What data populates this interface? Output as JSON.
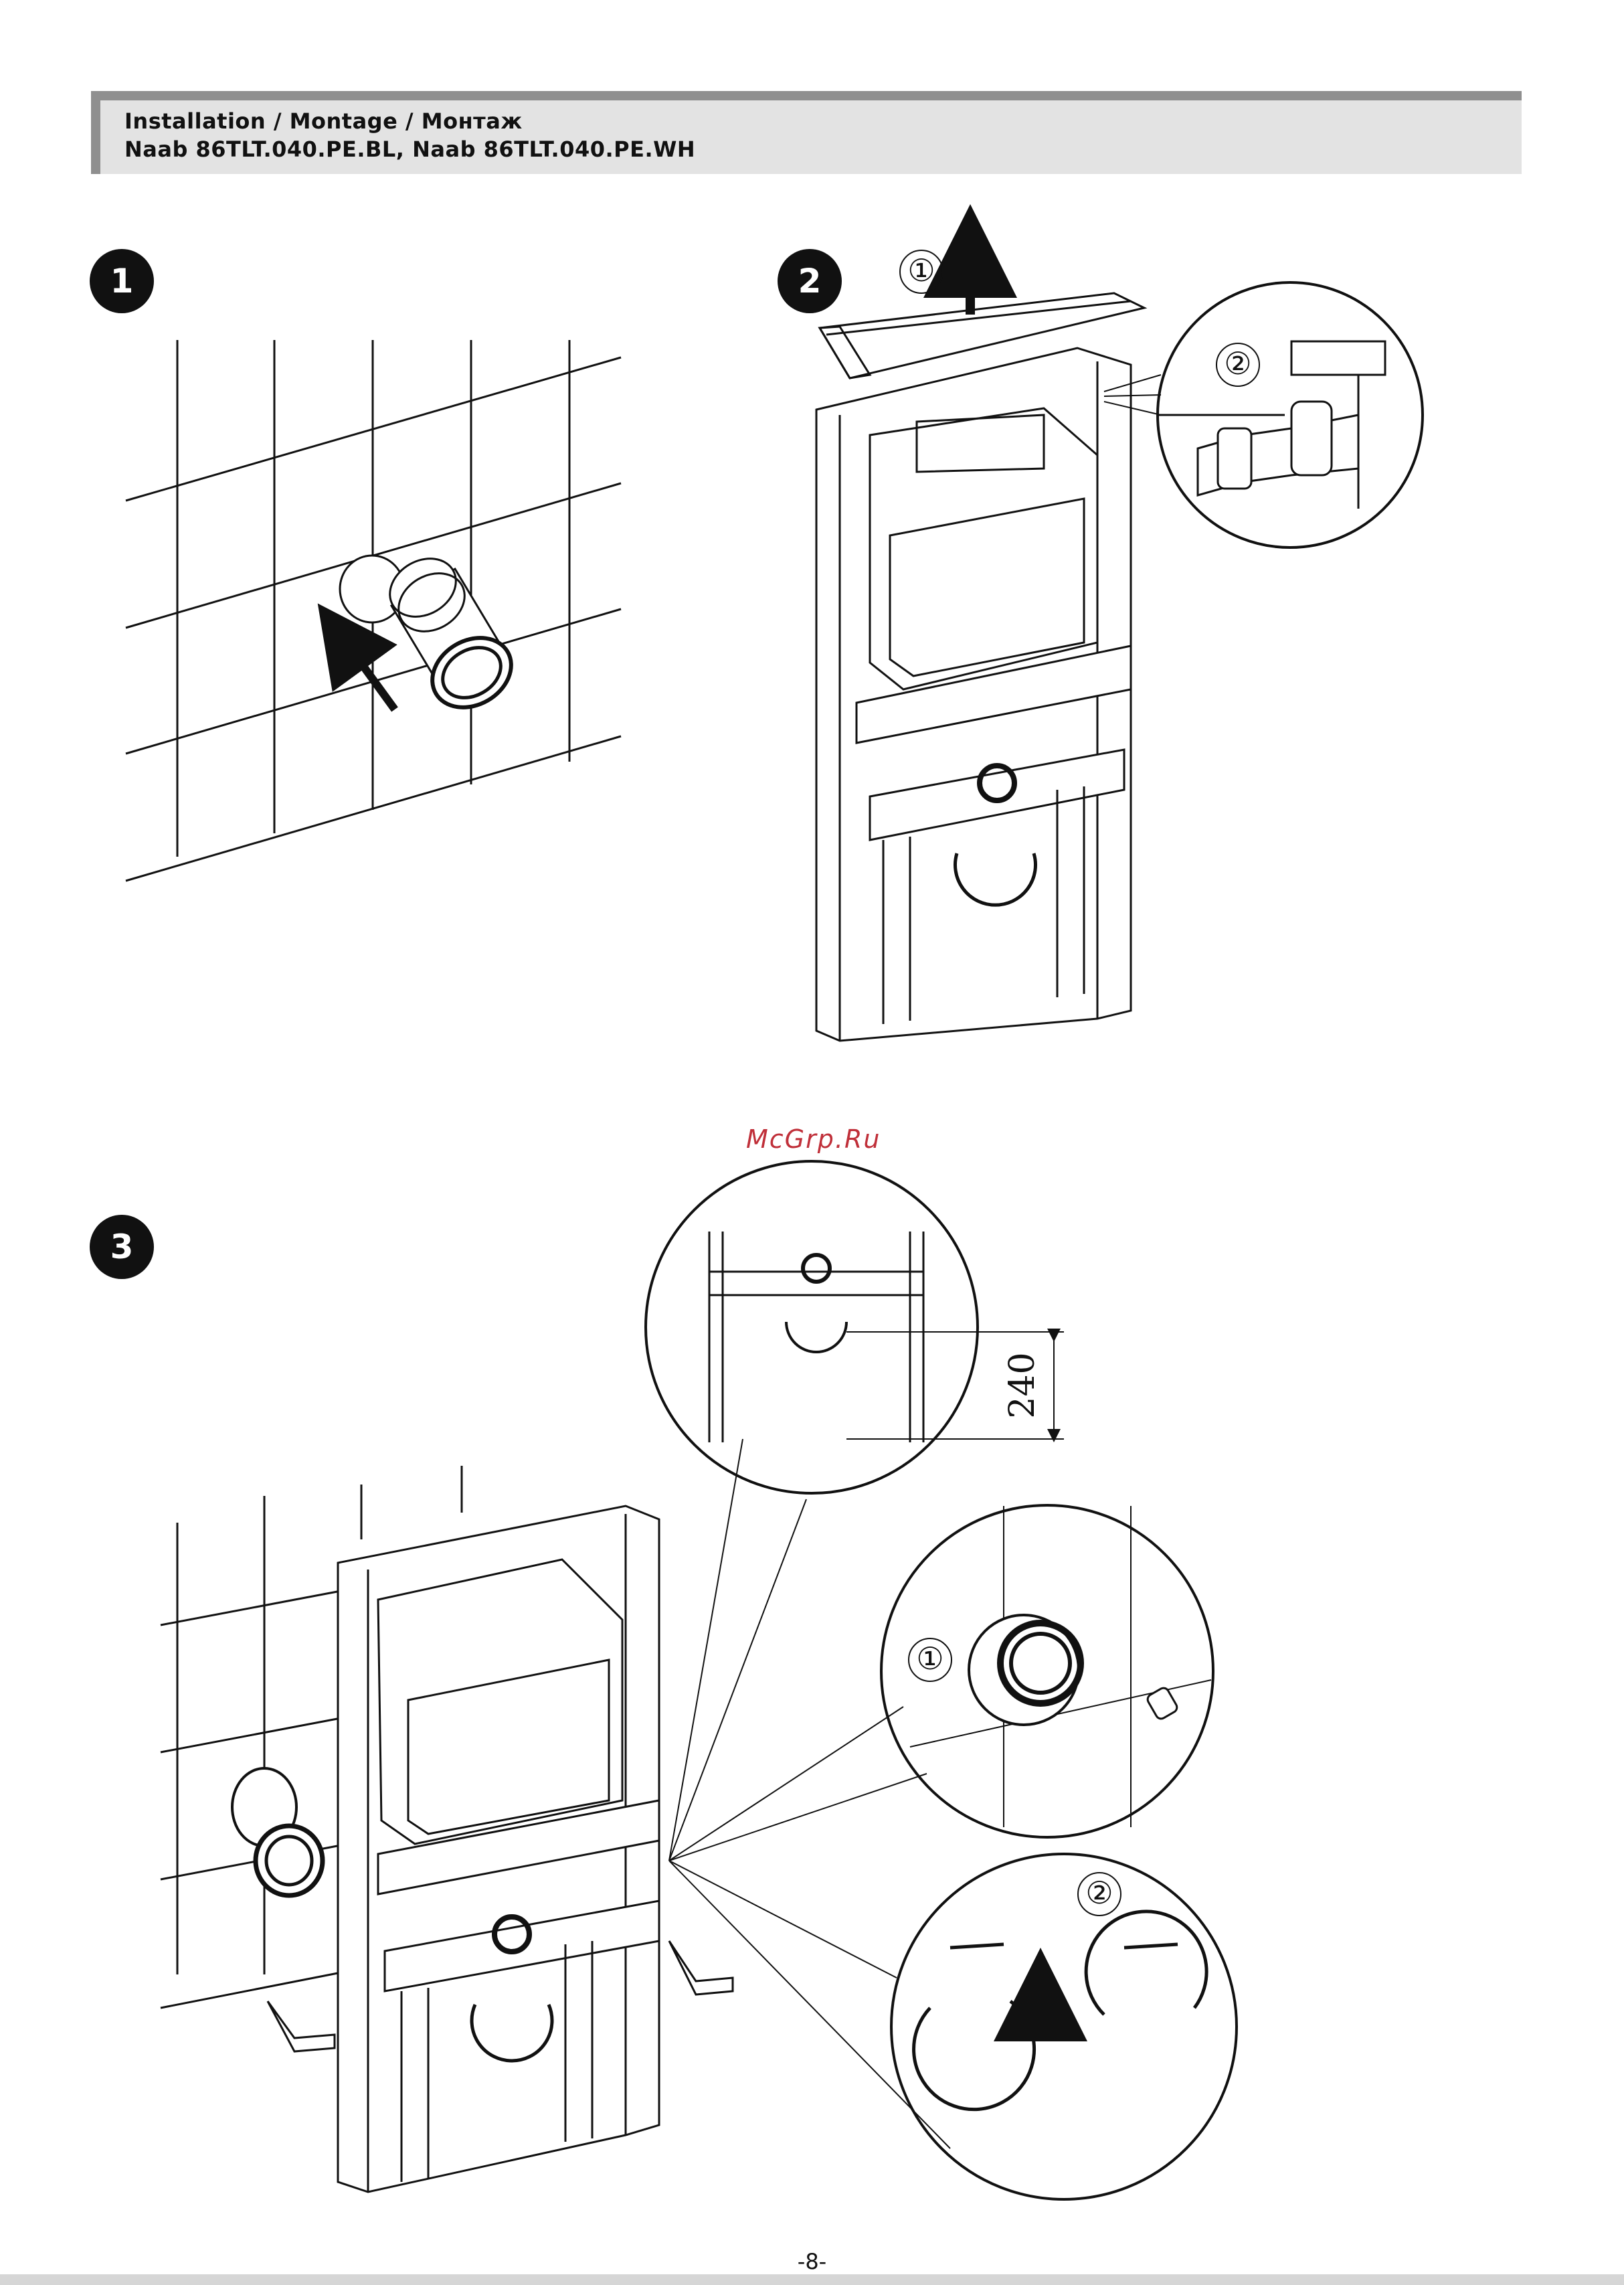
{
  "header": {
    "line1": "Installation / Montage / Монтаж",
    "line2": "Naab 86TLT.040.PE.BL, Naab 86TLT.040.PE.WH"
  },
  "steps": [
    {
      "number": "1"
    },
    {
      "number": "2",
      "callouts": [
        "①",
        "②"
      ]
    },
    {
      "number": "3",
      "callouts": [
        "①",
        "②"
      ],
      "dimension": "240"
    }
  ],
  "watermark": "McGrp.Ru",
  "page_number": "-8-",
  "colors": {
    "ink": "#111111",
    "header_bg": "#e3e3e3",
    "header_rule": "#8f8f8f",
    "watermark": "#c0303a"
  }
}
